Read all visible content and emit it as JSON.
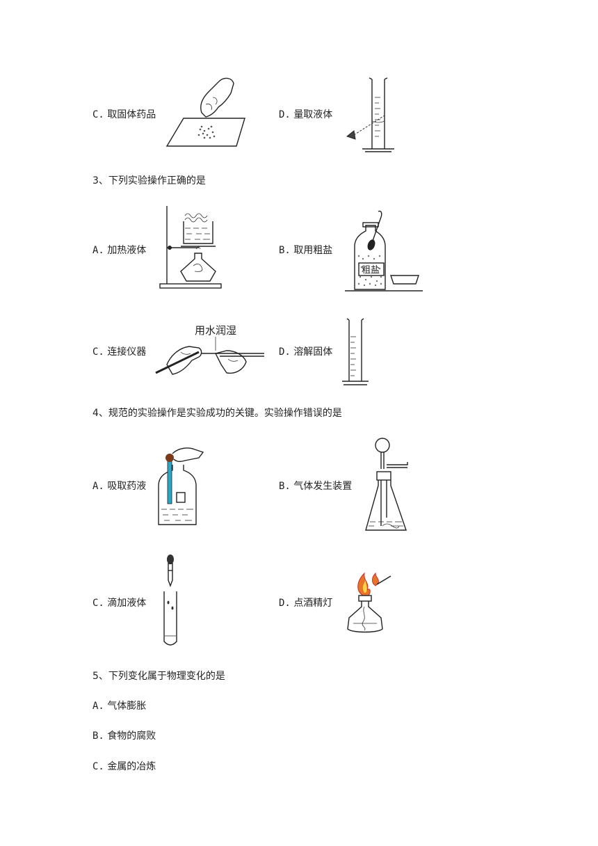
{
  "q2": {
    "option_c": {
      "letter": "C.",
      "text": "取固体药品"
    },
    "option_d": {
      "letter": "D.",
      "text": "量取液体"
    }
  },
  "q3": {
    "stem": "3、下列实验操作正确的是",
    "option_a": {
      "letter": "A.",
      "text": "加热液体"
    },
    "option_b": {
      "letter": "B.",
      "text": "取用粗盐",
      "label_on_bottle": "粗盐"
    },
    "option_c": {
      "letter": "C.",
      "text": "连接仪器",
      "label_on_figure": "用水润湿"
    },
    "option_d": {
      "letter": "D.",
      "text": "溶解固体"
    }
  },
  "q4": {
    "stem": "4、规范的实验操作是实验成功的关键。实验操作错误的是",
    "option_a": {
      "letter": "A.",
      "text": "吸取药液"
    },
    "option_b": {
      "letter": "B.",
      "text": "气体发生装置"
    },
    "option_c": {
      "letter": "C.",
      "text": "滴加液体"
    },
    "option_d": {
      "letter": "D.",
      "text": "点酒精灯"
    }
  },
  "q5": {
    "stem": "5、下列变化属于物理变化的是",
    "option_a": {
      "letter": "A.",
      "text": "气体膨胀"
    },
    "option_b": {
      "letter": "B.",
      "text": "食物的腐败"
    },
    "option_c": {
      "letter": "C.",
      "text": "金属的冶炼"
    }
  },
  "colors": {
    "text": "#222222",
    "liquid_blue": "#2aa6c8",
    "flame_orange": "#e8742a",
    "flame_red": "#c0302a",
    "dropper_brown": "#7a3a1a"
  }
}
